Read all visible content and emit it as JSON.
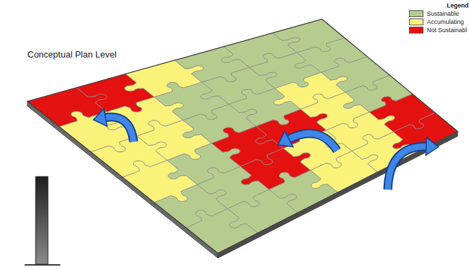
{
  "diagram": {
    "title": "Conceptual Plan Level",
    "labels": [
      "Legend"
    ],
    "legend": [
      {
        "text": "Sustainable",
        "color": "#b5cc8e"
      },
      {
        "text": "Accumulating",
        "color": "#fbf27a"
      },
      {
        "text": "Not Sustainabl",
        "color": "#e3110f"
      }
    ]
  }
}
